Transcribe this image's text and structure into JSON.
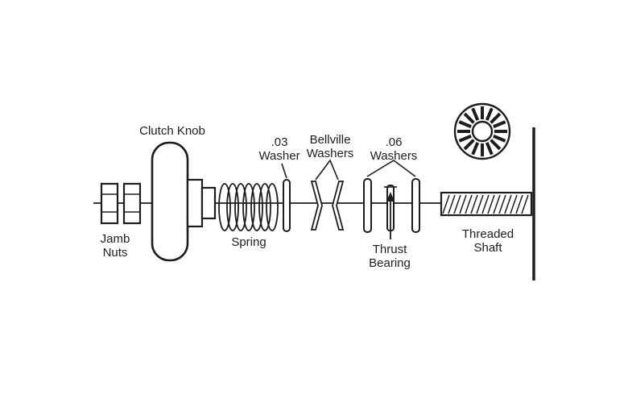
{
  "figure": {
    "background": "#ffffff",
    "line_color": "#1d1d1d"
  },
  "labels": {
    "clutch_knob": "Clutch Knob",
    "jamb_nuts": [
      "Jamb",
      "Nuts"
    ],
    "spring": "Spring",
    "washer_03": [
      ".03",
      "Washer"
    ],
    "bellville_washers": [
      "Bellville",
      "Washers"
    ],
    "washers_06": [
      ".06",
      "Washers"
    ],
    "thrust_bearing": [
      "Thrust",
      "Bearing"
    ],
    "threaded_shaft": [
      "Threaded",
      "Shaft"
    ]
  }
}
